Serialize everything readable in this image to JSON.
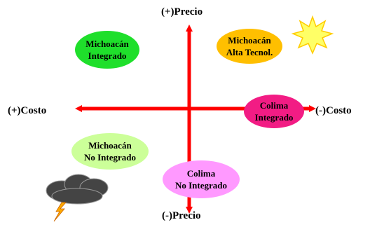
{
  "axes": {
    "top_label": "(+)Precio",
    "bottom_label": "(-)Precio",
    "left_label": "(+)Costo",
    "right_label": "(-)Costo",
    "arrow_color": "#ff0000"
  },
  "nodes": [
    {
      "id": "michoacan-integrado",
      "lines": [
        "Michoacán",
        "Integrado"
      ],
      "color": "#1fdf2b"
    },
    {
      "id": "michoacan-alta-tecnol",
      "lines": [
        "Michoacán",
        "Alta Tecnol."
      ],
      "color": "#ffbf00"
    },
    {
      "id": "colima-integrado",
      "lines": [
        "Colima",
        "Integrado"
      ],
      "color": "#f21c84"
    },
    {
      "id": "michoacan-no-integrado",
      "lines": [
        "Michoacán",
        "No Integrado"
      ],
      "color": "#ccff99"
    },
    {
      "id": "colima-no-integrado",
      "lines": [
        "Colima",
        "No Integrado"
      ],
      "color": "#ff99ff"
    }
  ],
  "icons": {
    "sun": {
      "name": "sun-icon",
      "fill": "#ffff66",
      "stroke": "#ffcc00"
    },
    "storm": {
      "name": "storm-cloud-icon",
      "cloud": "#444444",
      "bolt": "#ffaa00"
    }
  }
}
